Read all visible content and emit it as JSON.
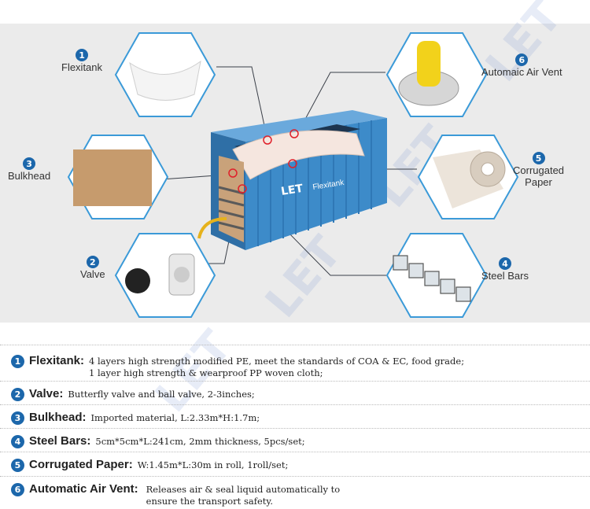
{
  "container": {
    "brand": "LET",
    "product": "Flexitank"
  },
  "callouts": [
    {
      "num": "1",
      "label": "Flexitank"
    },
    {
      "num": "2",
      "label": "Valve"
    },
    {
      "num": "3",
      "label": "Bulkhead"
    },
    {
      "num": "4",
      "label": "Steel Bars"
    },
    {
      "num": "5",
      "label": "Corrugated Paper"
    },
    {
      "num": "6",
      "label": "Automaic Air Vent"
    }
  ],
  "callout_lines": {
    "5": [
      "Corrugated",
      "Paper"
    ]
  },
  "legend": [
    {
      "num": "1",
      "term": "Flexitank:",
      "lines": [
        "4 layers high strength modified PE,  meet the standards of COA & EC, food grade;",
        "1 layer high strength & wearproof PP woven cloth;"
      ]
    },
    {
      "num": "2",
      "term": "Valve:",
      "lines": [
        "Butterfly valve and ball valve,  2-3inches;"
      ]
    },
    {
      "num": "3",
      "term": "Bulkhead:",
      "lines": [
        "Imported material, L:2.33m*H:1.7m;"
      ]
    },
    {
      "num": "4",
      "term": "Steel Bars:",
      "lines": [
        "5cm*5cm*L:241cm, 2mm thickness, 5pcs/set;"
      ]
    },
    {
      "num": "5",
      "term": "Corrugated Paper:",
      "lines": [
        "W:1.45m*L:30m in roll, 1roll/set;"
      ]
    },
    {
      "num": "6",
      "term": "Automatic Air Vent:",
      "lines": [
        "Releases air & seal liquid automatically to",
        "ensure the transport safety."
      ]
    }
  ],
  "colors": {
    "accent": "#1c67ab",
    "container": "#3d8bc9",
    "hex_border": "#3b9ad8",
    "marker": "#e0202a"
  }
}
